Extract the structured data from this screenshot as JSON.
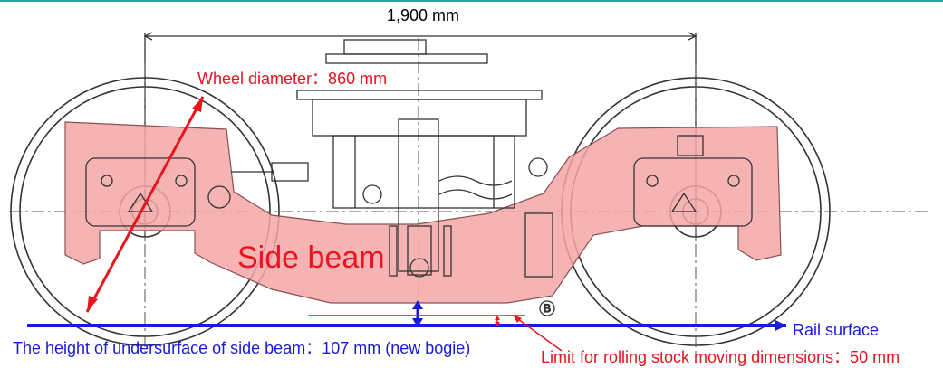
{
  "labels": {
    "span": "1,900 mm",
    "wheel_diameter": "Wheel diameter：860 mm",
    "side_beam": "Side beam",
    "rail_surface": "Rail surface",
    "beam_height": "The height of undersurface of side beam：107 mm (new bogie)",
    "limit": "Limit for rolling stock moving dimensions：50 mm"
  },
  "colors": {
    "annotation_red": "#e8141e",
    "annotation_blue": "#1a1adc",
    "beam_fill": "#f4a6a6",
    "line_art": "#333333"
  }
}
